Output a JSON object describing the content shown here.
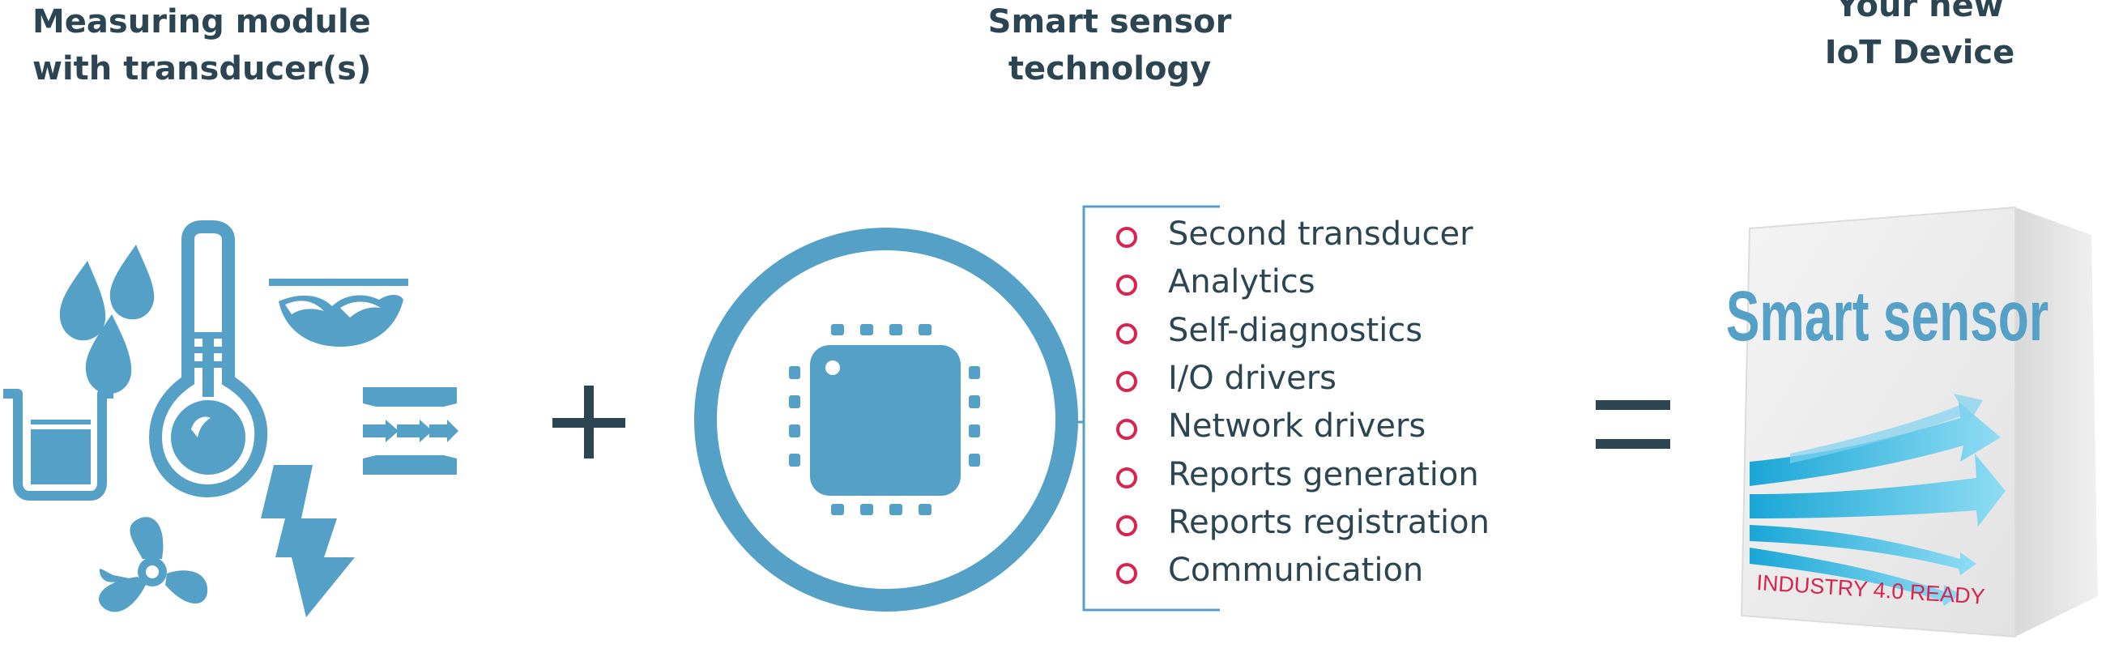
{
  "headings": {
    "measuring": [
      "Measuring module",
      "with transducer(s)"
    ],
    "smart_tech": [
      "Smart sensor",
      "technology"
    ],
    "iot_device": [
      "Your new",
      "IoT Device"
    ]
  },
  "operators": {
    "plus": "+",
    "equals": "="
  },
  "features": [
    "Second transducer",
    "Analytics",
    "Self-diagnostics",
    "I/O drivers",
    "Network drivers",
    "Reports generation",
    "Reports registration",
    "Communication"
  ],
  "product_box": {
    "title": "Smart sensor",
    "tagline": "INDUSTRY 4.0 READY"
  },
  "colors": {
    "icon_blue": "#55a0c6",
    "heading_dark": "#2c4552",
    "bullet_red": "#d7254f",
    "tagline_red": "#d7254f",
    "arrow_cyan": "#4fc3e8"
  },
  "icons": [
    "water-drops-icon",
    "thermometer-icon",
    "wave-icon",
    "beaker-icon",
    "flow-pipe-icon",
    "fan-icon",
    "lightning-icon",
    "microchip-icon",
    "product-box-icon"
  ]
}
